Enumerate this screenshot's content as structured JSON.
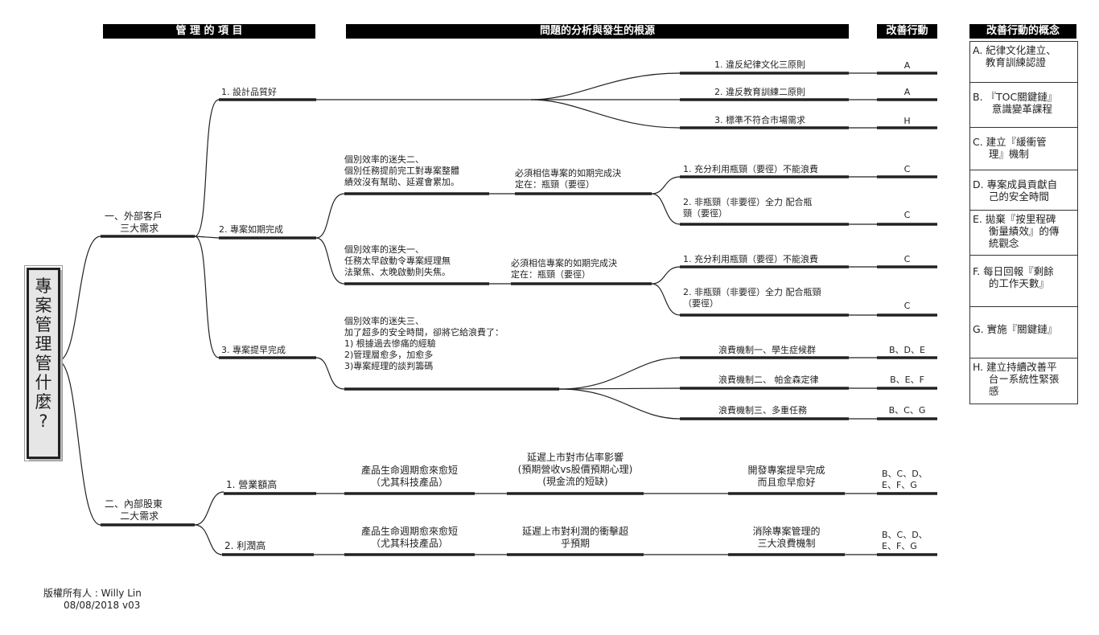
{
  "headers": {
    "items": "管 理 的 項 目",
    "analysis": "問題的分析與發生的根源",
    "actions": "改善行動",
    "concepts": "改善行動的概念"
  },
  "root": "專\n案\n管\n理\n管\n什\n麼\n?",
  "level1": {
    "external": "一、外部客戶\n     三大需求",
    "internal": "二、內部股東\n     二大需求"
  },
  "items": {
    "design_quality": "1. 設計品質好",
    "on_time": "2. 專案如期完成",
    "early": "3. 專案提早完成",
    "revenue": "1. 營業額高",
    "profit": "2. 利潤高"
  },
  "analysis": {
    "misconception2": "個別效率的迷失二、\n個別任務提前完工對專案整體\n績效沒有幫助、延遲會累加。",
    "misconception1": "個別效率的迷失一、\n任務太早啟動令專案經理無\n法聚焦、太晚啟動則失焦。",
    "misconception3": "個別效率的迷失三、\n加了超多的安全時間，卻將它給浪費了：\n1) 根據過去慘痛的經驗\n2)管理層愈多，加愈多\n3)專案經理的談判籌碼",
    "trust_a": "必須相信專案的如期完成決\n定在：瓶頸（要徑）",
    "trust_b": "必須相信專案的如期完成決\n定在：瓶頸（要徑）",
    "lifecycle_a": "產品生命週期愈來愈短\n（尤其科技產品）",
    "lifecycle_b": "產品生命週期愈來愈短\n（尤其科技產品）",
    "market_share": "延遲上市對市佔率影響\n(預期營收vs股價預期心理)\n(現金流的短缺)",
    "profit_impact": "延遲上市對利潤的衝擊超\n乎預期",
    "develop_early": "開發專案提早完成\n而且愈早愈好",
    "eliminate_waste": "消除專案管理的\n三大浪費機制"
  },
  "causes": {
    "c1": "1. 違反紀律文化三原則",
    "c2": "2. 違反教育訓練二原則",
    "c3": "3. 標準不符合市場需求",
    "c4": "1. 充分利用瓶頸（要徑）不能浪費",
    "c5": "2. 非瓶頸（非要徑）全力 配合瓶\n頸（要徑）",
    "c6": "1. 充分利用瓶頸（要徑）不能浪費",
    "c7": "2. 非瓶頸（非要徑）全力 配合瓶頸\n（要徑）",
    "c8": "浪費機制一、學生症候群",
    "c9": "浪費機制二、 帕金森定律",
    "c10": "浪費機制三、多重任務"
  },
  "actions": {
    "a1": "A",
    "a2": "A",
    "a3": "H",
    "a4": "C",
    "a5": "C",
    "a6": "C",
    "a7": "C",
    "a8": "B、D、E",
    "a9": "B、E、F",
    "a10": "B、C、G",
    "a11": "B、C、D、\nE、F、G",
    "a12": "B、C、D、\nE、F、G"
  },
  "concepts": [
    "A. 紀律文化建立、\n    教育訓練認證",
    "B. 『TOC關鍵鏈』\n      意識變革課程",
    "C. 建立『緩衝管\n     理』機制",
    "D. 專案成員貢獻自\n     己的安全時間",
    "E. 拋棄『按里程碑\n     衡量績效』的傳\n     統觀念",
    "F. 每日回報『剩餘\n     的工作天數』",
    "G. 實施『關鍵鏈』",
    "H. 建立持續改善平\n     台ー系統性緊張\n     感"
  ],
  "footer": {
    "owner": "版權所有人 : Willy Lin",
    "version": "08/08/2018  v03"
  }
}
